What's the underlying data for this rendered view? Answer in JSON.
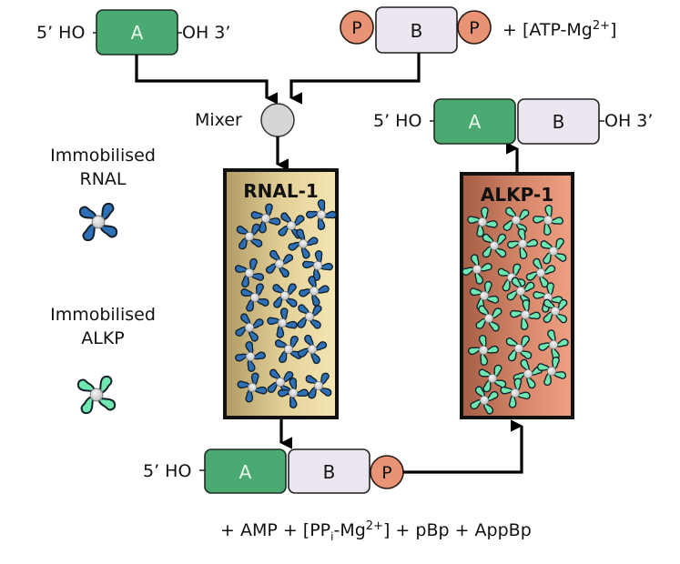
{
  "top_left_strand": {
    "five_prime": "5’ HO",
    "block": "A",
    "three_prime": "OH 3’"
  },
  "top_right_strand": {
    "left_cap": "P",
    "block": "B",
    "right_cap": "P",
    "cofactor": "+ [ATP-Mg",
    "cofactor_sup": "2+",
    "cofactor_end": "]"
  },
  "mixer": {
    "label": "Mixer"
  },
  "rnal_column": {
    "title": "RNAL-1"
  },
  "alkp_column": {
    "title": "ALKP-1"
  },
  "product_strand": {
    "five_prime": "5’ HO",
    "block_a": "A",
    "block_b": "B",
    "three_prime": "OH 3’"
  },
  "intermediate_strand": {
    "five_prime": "5’ HO",
    "block_a": "A",
    "block_b": "B",
    "cap": "P"
  },
  "legend": {
    "rnal": {
      "line1": "Immobilised",
      "line2": "RNAL"
    },
    "alkp": {
      "line1": "Immobilised",
      "line2": "ALKP"
    }
  },
  "byproducts": {
    "part1": "+ AMP + [PP",
    "sub": "i",
    "part2": "-Mg",
    "sup": "2+",
    "part3": "] + pBp + AppBp"
  },
  "colors": {
    "block_a": "#4aaa72",
    "block_b": "#ebe6f0",
    "phosphate": "#e89373",
    "rnal_enzyme": "#2f6fb5",
    "alkp_enzyme": "#6ee7b0",
    "rnal_column": "#d9c48c",
    "alkp_column": "#c9785a"
  }
}
